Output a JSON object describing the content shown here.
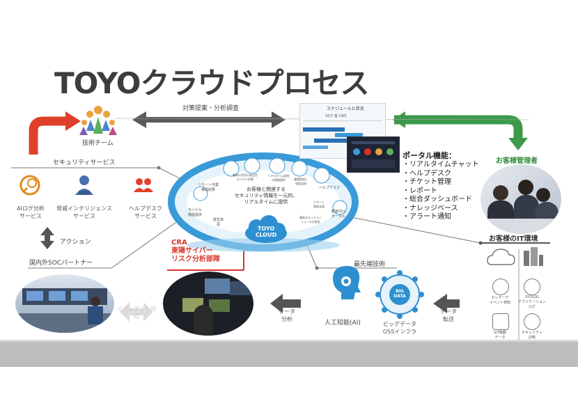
{
  "title": "TOYOクラウドプロセス",
  "top": {
    "tech_team": "技術チーム",
    "arrow_label": "対策提案・分析調査",
    "schedule_label": "スケジュールと状況",
    "schedule_date": "10/7 金 19日"
  },
  "left": {
    "security_services": "セキュリティサービス",
    "services": [
      {
        "label": "AIログ分析\nサービス",
        "icon": "magnifier-icon"
      },
      {
        "label": "脅威インテリジェンス\nサービス",
        "icon": "hacker-icon"
      },
      {
        "label": "ヘルプデスク\nサービス",
        "icon": "people-icon"
      }
    ],
    "action": "アクション",
    "soc_partner": "国内外SOCパートナー"
  },
  "center": {
    "cloud_text": "お客様と関連する\nセキュリティ情報を一元的、\nリアルタイムに提供",
    "cloud_logo": "TOYO\nCLOUD",
    "ring_labels": [
      "リモート作業\n構築結果",
      "モバイル\n機能提供",
      "経営資\n源",
      "最新の状況の安全性\nのリスク診断",
      "リアルタイム配信\nの情報提供",
      "課題管理と\n相談記録",
      "サポート\n管理支援",
      "ヘルプデスク",
      "最新セキュリティ\nニュースの配信",
      "顧客向け\nポータル"
    ],
    "cra_label": "CRA",
    "cra_dept": "東陽サイバー\nリスク分析部隊"
  },
  "right": {
    "portal_title": "ポータル機能：",
    "portal_items": [
      "・リアルタイムチャット",
      "・ヘルプデスク",
      "・チケット管理",
      "・レポート",
      "・総合ダッシュボード",
      "・ナレッジベース",
      "・アラート通知"
    ],
    "customer_admin": "お客様管理者",
    "customer_it": "お客様のIT環境",
    "it_icons": [
      {
        "label": "センサーで\nイベント検知",
        "icon": "sensor-icon"
      },
      {
        "label": "SYSLOG\nアプリケーション\nログ",
        "icon": "syslog-icon"
      },
      {
        "label": "IoT機器\nデータ",
        "icon": "iot-icon"
      },
      {
        "label": "セキュリティ\n診断",
        "icon": "scan-icon"
      }
    ]
  },
  "bottom": {
    "advanced_tech": "最先端技術",
    "incident": "インシデント対\n応",
    "data_analysis": "データ\n分析",
    "ai_label": "人工知能(AI)",
    "bigdata_label": "ビッグデータ\nOSSインフラ",
    "bigdata_center": "BIG\nDATA",
    "data_transfer": "データ\n転送"
  },
  "colors": {
    "red_arrow": "#e0402a",
    "green_arrow": "#3c9a4a",
    "grey_arrow": "#5a5a5a",
    "cloud_blue": "#2e8fd0",
    "accent_red": "#d9342b",
    "accent_green": "#2e8b3a"
  }
}
